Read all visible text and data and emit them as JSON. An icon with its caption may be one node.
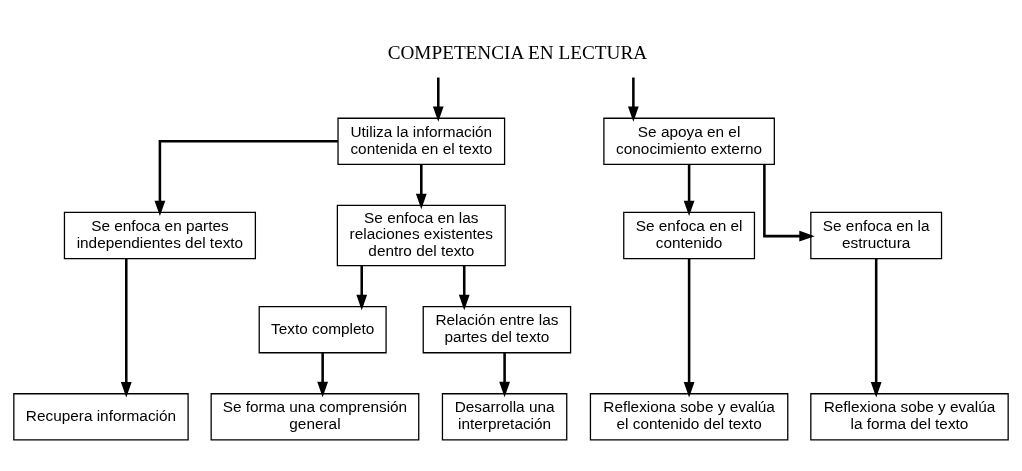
{
  "diagram": {
    "nodes": [
      {
        "text": [
          "COMPETENCIA EN LECTURA"
        ]
      },
      {
        "text": [
          "Utiliza la información contenida en el texto"
        ]
      },
      {
        "text": [
          "Se apoya en el conocimiento externo"
        ]
      },
      {
        "text": [
          "Se enfoca en partes independientes del texto"
        ]
      },
      {
        "text": [
          "Se enfoca en las relaciones existentes dentro del texto"
        ]
      },
      {
        "text": [
          "Se enfoca en el contenido"
        ]
      },
      {
        "text": [
          "Se enfoca en la estructura"
        ]
      },
      {
        "text": [
          "Texto completo"
        ]
      },
      {
        "text": [
          "Relación entre las partes del texto"
        ]
      },
      {
        "text": [
          "Recupera información"
        ]
      },
      {
        "text": [
          "Se forma una comprensión general"
        ]
      },
      {
        "text": [
          "Desarrolla una interpretación"
        ]
      },
      {
        "text": [
          "Reflexiona sobe y evalúa el contenido del texto"
        ]
      },
      {
        "text": [
          "Reflexiona sobe y evalúa la forma del texto"
        ]
      }
    ],
    "edges": [
      {
        "from": 0,
        "to": 1,
        "arrow": "to"
      },
      {
        "from": 0,
        "to": 2,
        "arrow": "to"
      },
      {
        "from": 1,
        "to": 3,
        "arrow": "to"
      },
      {
        "from": 1,
        "to": 4,
        "arrow": "to"
      },
      {
        "from": 2,
        "to": 5,
        "arrow": "to"
      },
      {
        "from": 2,
        "to": 6,
        "arrow": "to"
      },
      {
        "from": 4,
        "to": 7,
        "arrow": "to"
      },
      {
        "from": 4,
        "to": 8,
        "arrow": "to"
      },
      {
        "from": 3,
        "to": 9,
        "arrow": "to"
      },
      {
        "from": 7,
        "to": 10,
        "arrow": "to"
      },
      {
        "from": 8,
        "to": 11,
        "arrow": "to"
      },
      {
        "from": 5,
        "to": 12,
        "arrow": "to"
      },
      {
        "from": 6,
        "to": 13,
        "arrow": "to"
      }
    ]
  }
}
